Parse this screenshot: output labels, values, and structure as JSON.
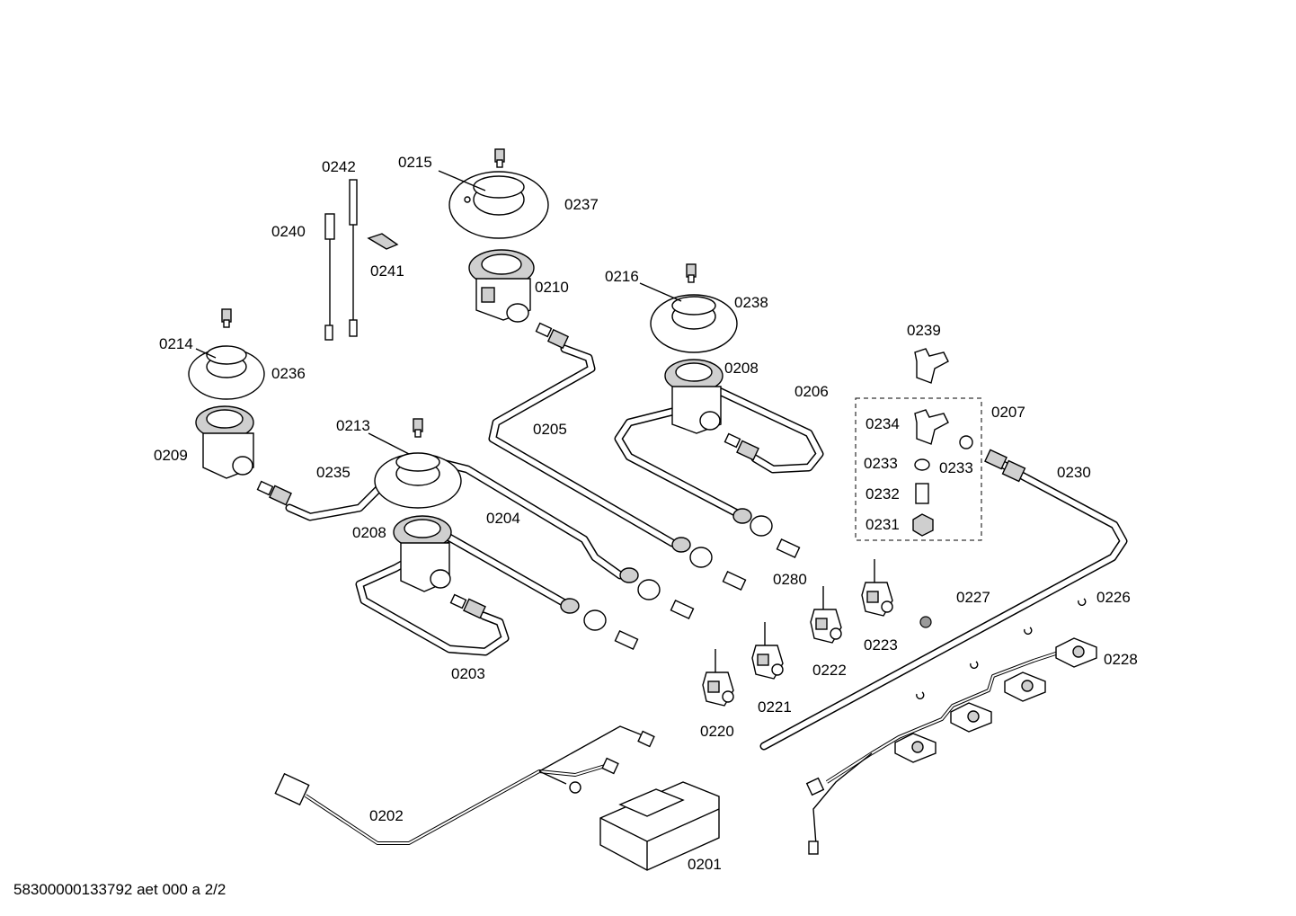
{
  "diagram": {
    "labels": [
      "0242",
      "0215",
      "0237",
      "0240",
      "0241",
      "0210",
      "0216",
      "0238",
      "0214",
      "0236",
      "0239",
      "0208",
      "0206",
      "0234",
      "0207",
      "0213",
      "0205",
      "0209",
      "0235",
      "0233",
      "0233",
      "0230",
      "0232",
      "0231",
      "0204",
      "0208",
      "0280",
      "0227",
      "0226",
      "0223",
      "0222",
      "0228",
      "0203",
      "0221",
      "0220",
      "0202",
      "0201"
    ]
  },
  "footer": {
    "text": "58300000133792 aet 000 a 2/2"
  }
}
